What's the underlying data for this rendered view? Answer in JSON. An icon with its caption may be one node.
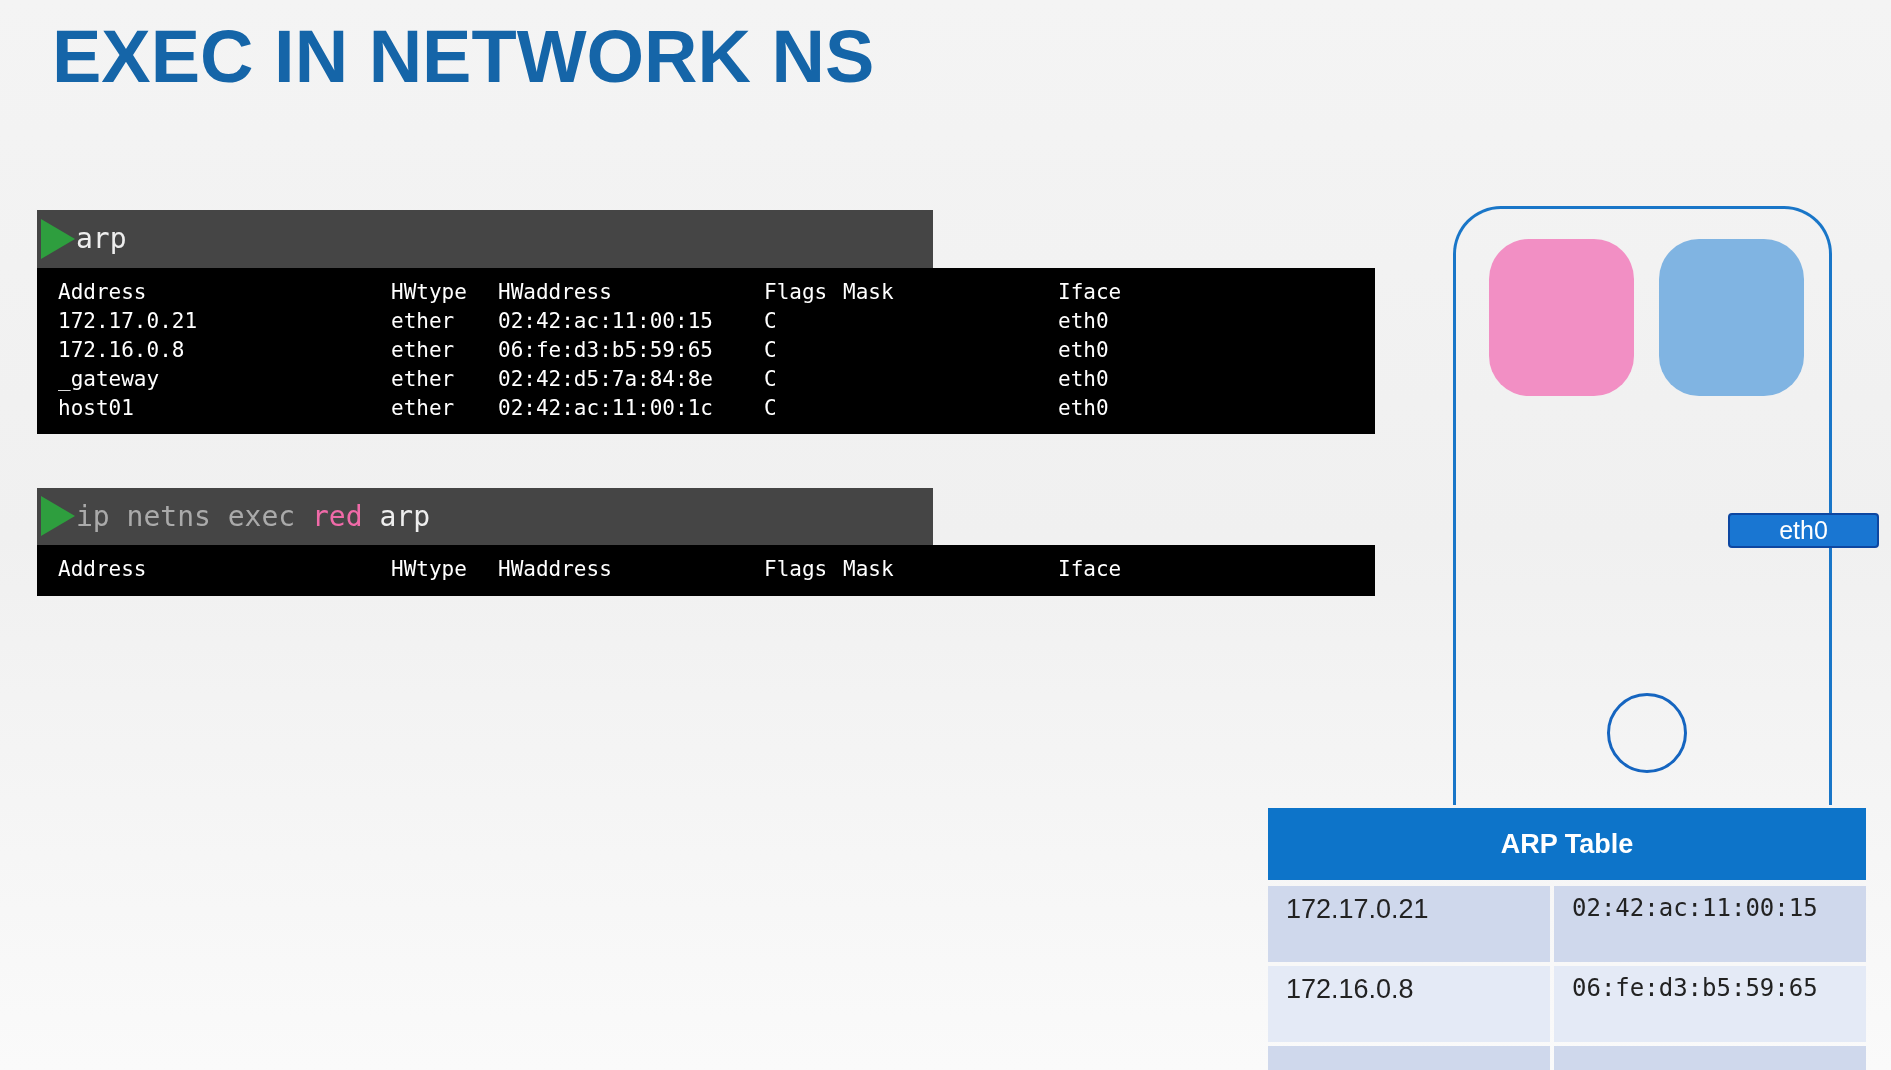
{
  "diagram": {
    "title": "EXEC IN NETWORK NS",
    "nodes": [
      {
        "text": [],
        "shape": "box"
      },
      {
        "text": [],
        "shape": "box",
        "in": 0
      },
      {
        "text": [],
        "shape": "box",
        "in": 0
      },
      {
        "text": [
          "eth0"
        ]
      },
      {
        "text": [],
        "shape": "circle",
        "in": 0
      },
      {
        "text": [
          "ARP Table"
        ]
      }
    ],
    "edges": [],
    "labels": [
      "arp",
      "Address",
      "HWtype",
      "HWaddress",
      "Flags",
      "Mask",
      "Iface",
      "172.17.0.21",
      "ether",
      "02:42:ac:11:00:15",
      "C",
      "eth0",
      "172.16.0.8",
      "ether",
      "06:fe:d3:b5:59:65",
      "C",
      "eth0",
      "_gateway",
      "ether",
      "02:42:d5:7a:84:8e",
      "C",
      "eth0",
      "host01",
      "ether",
      "02:42:ac:11:00:1c",
      "C",
      "eth0",
      "ip netns exec",
      "red",
      "arp",
      "Address",
      "HWtype",
      "HWaddress",
      "Flags",
      "Mask",
      "Iface",
      "172.17.0.21",
      "02:42:ac:11:00:15",
      "172.16.0.8",
      "06:fe:d3:b5:59:65"
    ]
  }
}
